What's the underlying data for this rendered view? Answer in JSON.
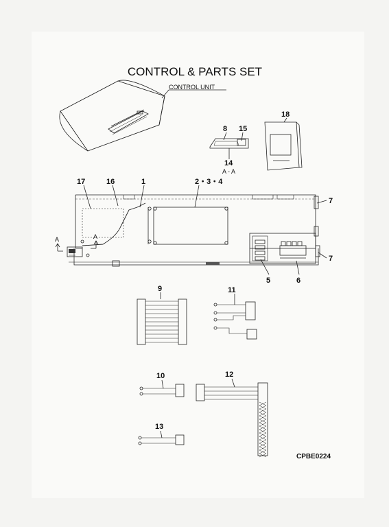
{
  "title": "CONTROL & PARTS SET",
  "control_unit_label": "CONTROL UNIT",
  "section_label": "A - A",
  "section_arrow_label": "A",
  "drawing_code": "CPBE0224",
  "part_labels": {
    "p1": "1",
    "p234": "2・3・4",
    "p5": "5",
    "p6": "6",
    "p7a": "7",
    "p7b": "7",
    "p8": "8",
    "p9": "9",
    "p10": "10",
    "p11": "11",
    "p12": "12",
    "p13": "13",
    "p14": "14",
    "p15": "15",
    "p16": "16",
    "p17": "17",
    "p18": "18"
  }
}
